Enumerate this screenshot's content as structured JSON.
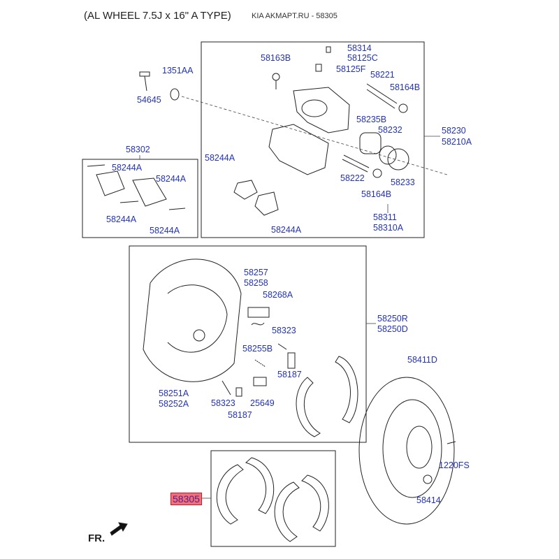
{
  "header": {
    "title": "(AL WHEEL 7.5J x 16\" A TYPE)",
    "watermark": "KIA AKMAPT.RU - 58305"
  },
  "colors": {
    "label": "#2233bb",
    "highlight_fill": "#f0707a",
    "highlight_border": "#e01020"
  },
  "labels": [
    {
      "id": "1351AA",
      "text": "1351AA"
    },
    {
      "id": "54645",
      "text": "54645"
    },
    {
      "id": "58163B",
      "text": "58163B"
    },
    {
      "id": "58314",
      "text": "58314"
    },
    {
      "id": "58125C",
      "text": "58125C"
    },
    {
      "id": "58125F",
      "text": "58125F"
    },
    {
      "id": "58221",
      "text": "58221"
    },
    {
      "id": "58164B-a",
      "text": "58164B"
    },
    {
      "id": "58235B",
      "text": "58235B"
    },
    {
      "id": "58232",
      "text": "58232"
    },
    {
      "id": "58230",
      "text": "58230"
    },
    {
      "id": "58210A",
      "text": "58210A"
    },
    {
      "id": "58244A-a",
      "text": "58244A"
    },
    {
      "id": "58222",
      "text": "58222"
    },
    {
      "id": "58233",
      "text": "58233"
    },
    {
      "id": "58164B-b",
      "text": "58164B"
    },
    {
      "id": "58311",
      "text": "58311"
    },
    {
      "id": "58310A",
      "text": "58310A"
    },
    {
      "id": "58244A-b",
      "text": "58244A"
    },
    {
      "id": "58302",
      "text": "58302"
    },
    {
      "id": "58244A-c",
      "text": "58244A"
    },
    {
      "id": "58244A-d",
      "text": "58244A"
    },
    {
      "id": "58244A-e",
      "text": "58244A"
    },
    {
      "id": "58244A-f",
      "text": "58244A"
    },
    {
      "id": "58257",
      "text": "58257"
    },
    {
      "id": "58258",
      "text": "58258"
    },
    {
      "id": "58268A",
      "text": "58268A"
    },
    {
      "id": "58250R",
      "text": "58250R"
    },
    {
      "id": "58250D",
      "text": "58250D"
    },
    {
      "id": "58323-a",
      "text": "58323"
    },
    {
      "id": "58255B",
      "text": "58255B"
    },
    {
      "id": "58187-a",
      "text": "58187"
    },
    {
      "id": "58411D",
      "text": "58411D"
    },
    {
      "id": "58251A",
      "text": "58251A"
    },
    {
      "id": "58252A",
      "text": "58252A"
    },
    {
      "id": "58323-b",
      "text": "58323"
    },
    {
      "id": "25649",
      "text": "25649"
    },
    {
      "id": "58187-b",
      "text": "58187"
    },
    {
      "id": "1220FS",
      "text": "1220FS"
    },
    {
      "id": "58414",
      "text": "58414"
    }
  ],
  "highlighted": {
    "text": "58305"
  },
  "direction": {
    "text": "FR."
  }
}
